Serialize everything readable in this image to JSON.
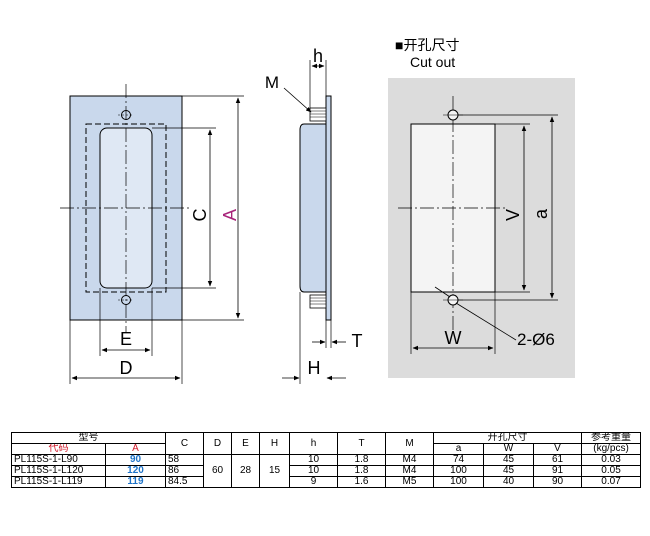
{
  "cutout_title_cn": "■开孔尺寸",
  "cutout_title_en": "Cut out",
  "front_view": {
    "label_C": "C",
    "label_A": "A",
    "label_E": "E",
    "label_D": "D"
  },
  "side_view": {
    "label_M": "M",
    "label_h": "h",
    "label_T": "T",
    "label_H": "H"
  },
  "cutout_view": {
    "label_V": "V",
    "label_a": "a",
    "label_W": "W",
    "label_hole": "2-Ø6"
  },
  "colors": {
    "panel_fill": "#c9d8ec",
    "cutout_bg": "#dcdcdc",
    "cutout_fill": "#f4f4f4",
    "accent_magenta": "#a8237a",
    "accent_blue": "#1e73c8",
    "accent_red": "#d11a2a"
  },
  "table": {
    "header_model": "型号",
    "header_code": "代码",
    "header_A": "A",
    "header_C": "C",
    "header_D": "D",
    "header_E": "E",
    "header_H": "H",
    "header_h": "h",
    "header_T": "T",
    "header_M": "M",
    "header_cutout": "开孔尺寸",
    "header_a": "a",
    "header_W": "W",
    "header_V": "V",
    "header_weight_cn": "参考重量",
    "header_weight_unit": "(kg/pcs)",
    "shared_D": "60",
    "shared_E": "28",
    "shared_H": "15",
    "rows": [
      {
        "model": "PL115S-1-L90",
        "A": "90",
        "C": "58",
        "h": "10",
        "T": "1.8",
        "M": "M4",
        "a": "74",
        "W": "45",
        "V": "61",
        "weight": "0.03"
      },
      {
        "model": "PL115S-1-L120",
        "A": "120",
        "C": "86",
        "h": "10",
        "T": "1.8",
        "M": "M4",
        "a": "100",
        "W": "45",
        "V": "91",
        "weight": "0.05"
      },
      {
        "model": "PL115S-1-L119",
        "A": "119",
        "C": "84.5",
        "h": "9",
        "T": "1.6",
        "M": "M5",
        "a": "100",
        "W": "40",
        "V": "90",
        "weight": "0.07"
      }
    ]
  }
}
